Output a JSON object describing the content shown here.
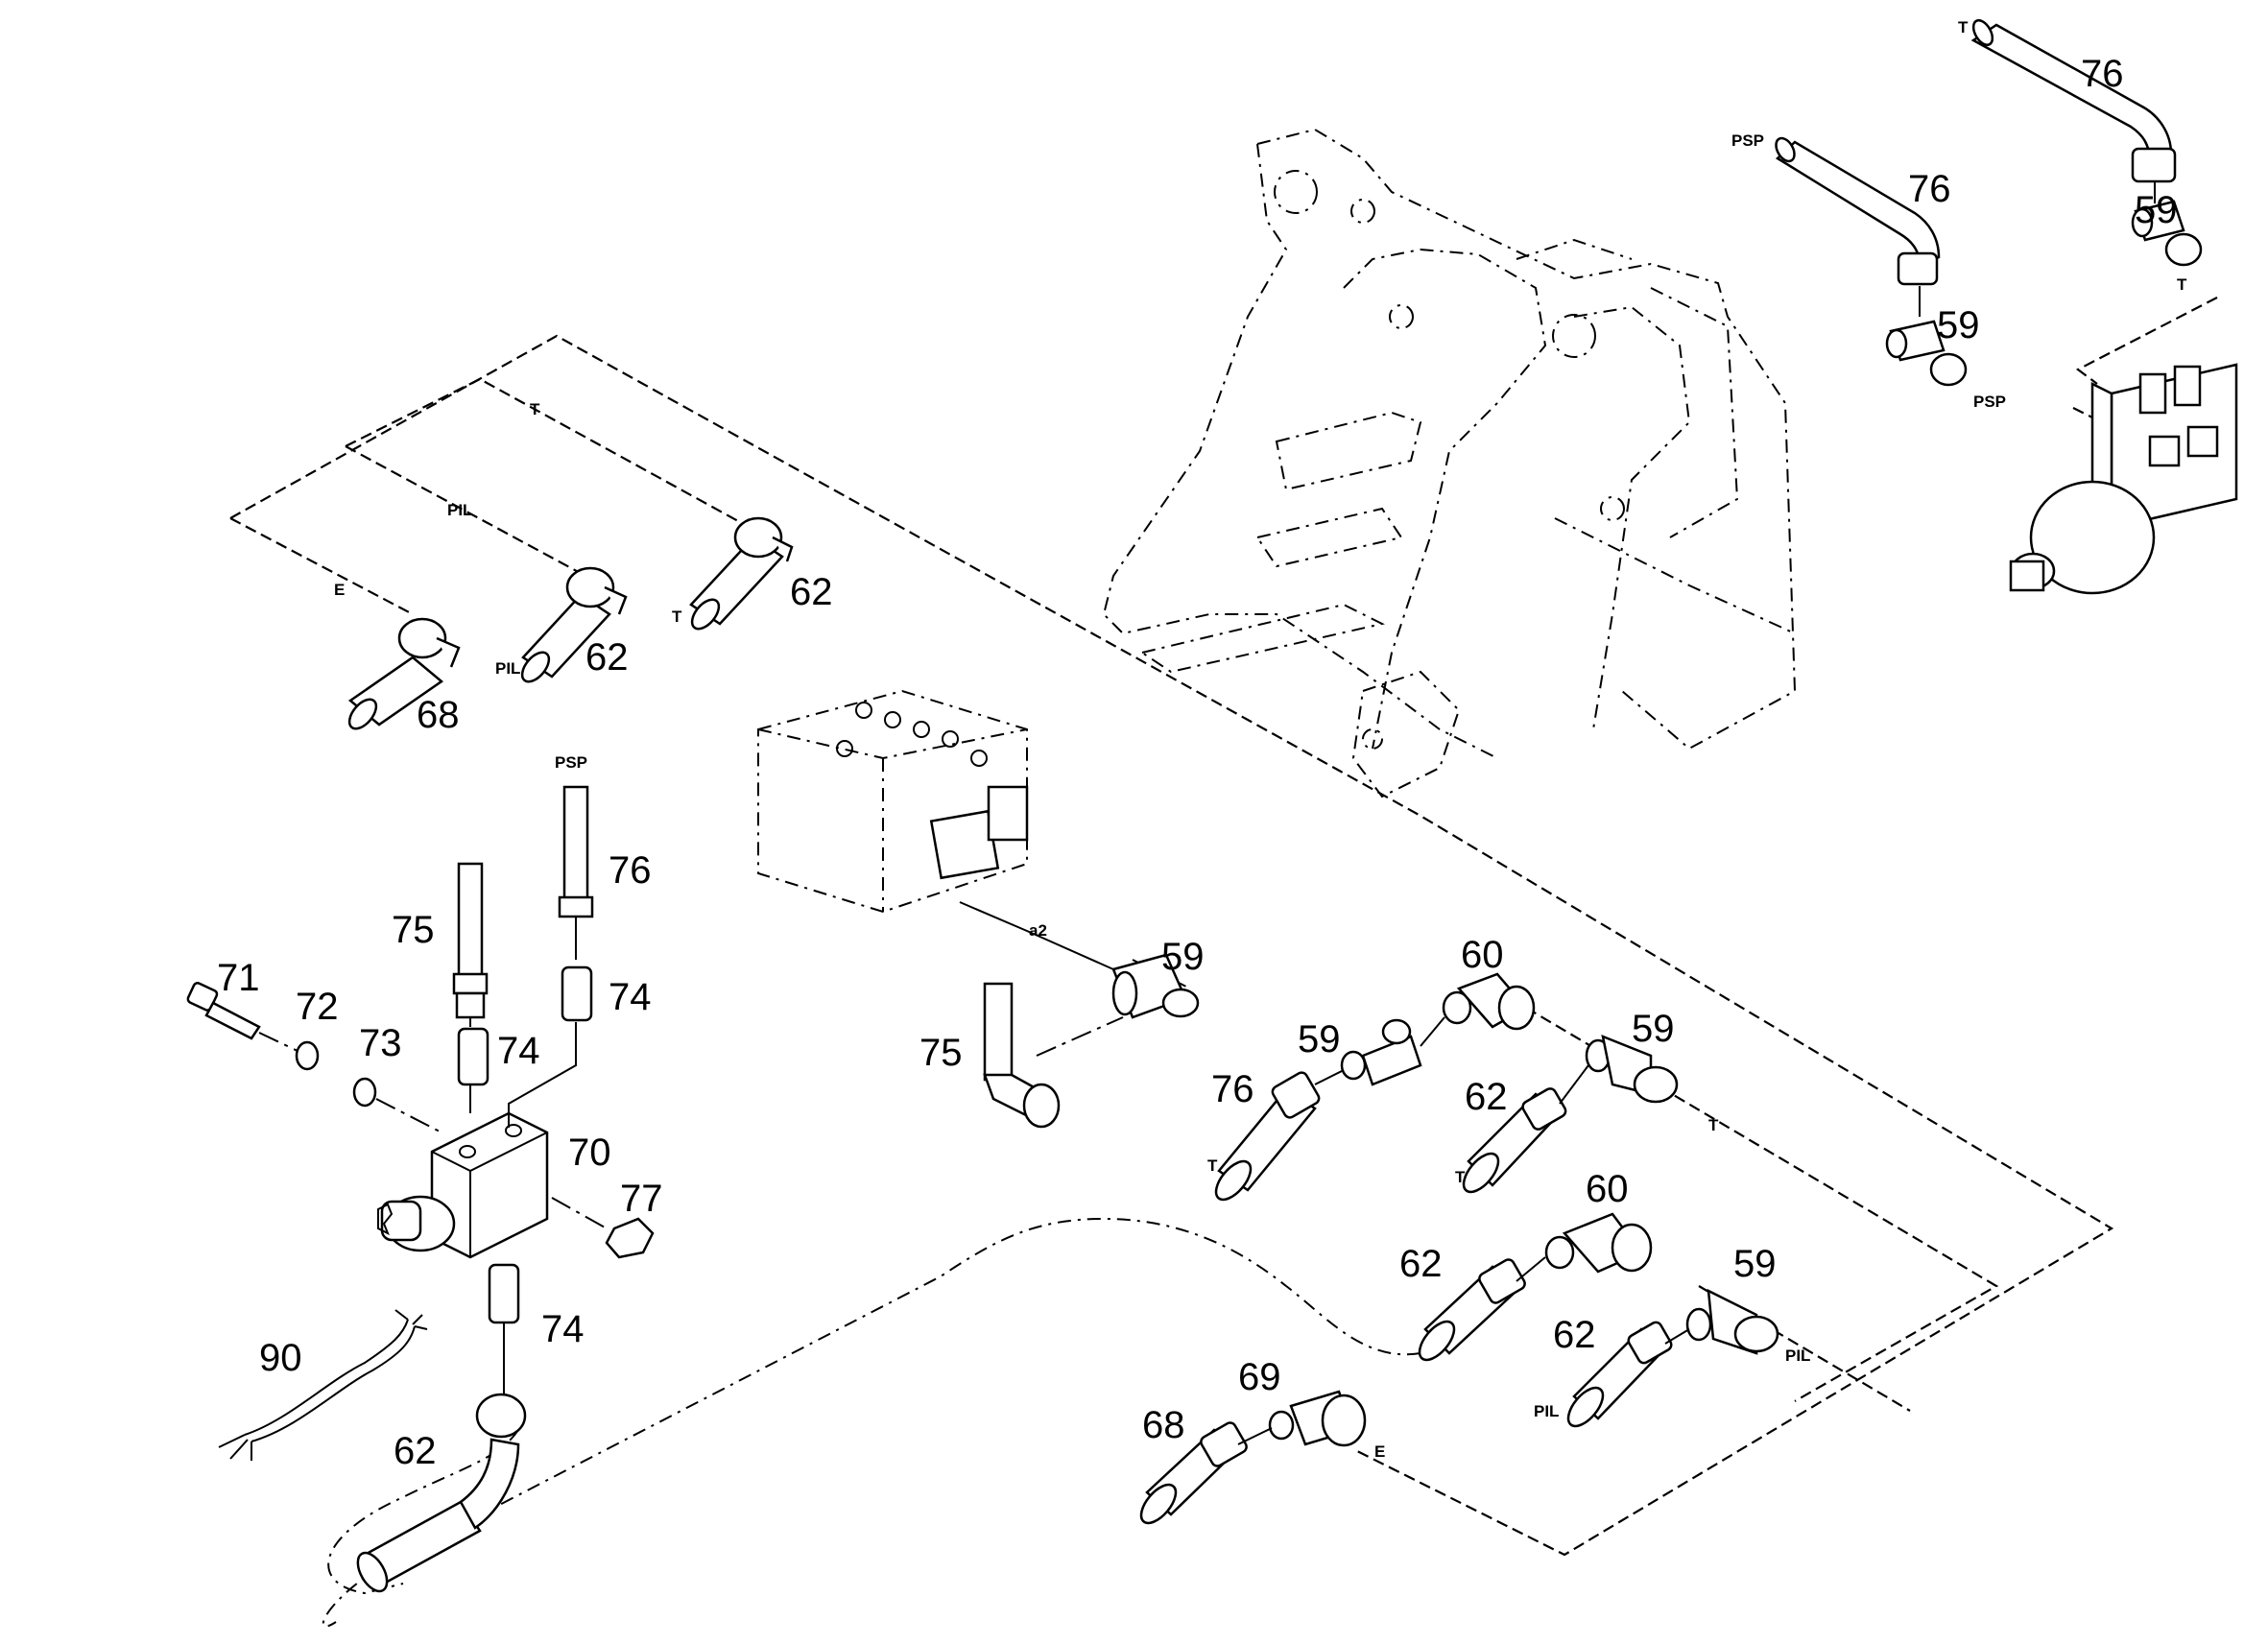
{
  "callouts": [
    {
      "id": "c76_top",
      "label": "76"
    },
    {
      "id": "c59_top",
      "label": "59"
    },
    {
      "id": "c76_psp",
      "label": "76"
    },
    {
      "id": "c59_psp",
      "label": "59"
    },
    {
      "id": "c62_t",
      "label": "62"
    },
    {
      "id": "c62_pil",
      "label": "62"
    },
    {
      "id": "c68_e",
      "label": "68"
    },
    {
      "id": "c76_mid",
      "label": "76"
    },
    {
      "id": "c75_left",
      "label": "75"
    },
    {
      "id": "c74_a",
      "label": "74"
    },
    {
      "id": "c74_b",
      "label": "74"
    },
    {
      "id": "c71",
      "label": "71"
    },
    {
      "id": "c72",
      "label": "72"
    },
    {
      "id": "c73",
      "label": "73"
    },
    {
      "id": "c70",
      "label": "70"
    },
    {
      "id": "c77",
      "label": "77"
    },
    {
      "id": "c74_c",
      "label": "74"
    },
    {
      "id": "c90",
      "label": "90"
    },
    {
      "id": "c62_bottom",
      "label": "62"
    },
    {
      "id": "c59_a2",
      "label": "59"
    },
    {
      "id": "c75_a2",
      "label": "75"
    },
    {
      "id": "c60_a",
      "label": "60"
    },
    {
      "id": "c59_b",
      "label": "59"
    },
    {
      "id": "c59_c",
      "label": "59"
    },
    {
      "id": "c76_b",
      "label": "76"
    },
    {
      "id": "c62_c",
      "label": "62"
    },
    {
      "id": "c60_b",
      "label": "60"
    },
    {
      "id": "c62_d",
      "label": "62"
    },
    {
      "id": "c59_d",
      "label": "59"
    },
    {
      "id": "c62_e",
      "label": "62"
    },
    {
      "id": "c69",
      "label": "69"
    },
    {
      "id": "c68_b",
      "label": "68"
    }
  ],
  "port_tags": [
    {
      "id": "t_T_top",
      "label": "T"
    },
    {
      "id": "t_T_right",
      "label": "T"
    },
    {
      "id": "t_PSP_top",
      "label": "PSP"
    },
    {
      "id": "t_PSP_right",
      "label": "PSP"
    },
    {
      "id": "t_T_frame",
      "label": "T"
    },
    {
      "id": "t_PIL_frame",
      "label": "PIL"
    },
    {
      "id": "t_E_frame",
      "label": "E"
    },
    {
      "id": "t_T_hose",
      "label": "T"
    },
    {
      "id": "t_PIL_hose",
      "label": "PIL"
    },
    {
      "id": "t_PSP_mid",
      "label": "PSP"
    },
    {
      "id": "t_a2",
      "label": "a2"
    },
    {
      "id": "t_T_b",
      "label": "T"
    },
    {
      "id": "t_T_c",
      "label": "T"
    },
    {
      "id": "t_T_d",
      "label": "T"
    },
    {
      "id": "t_PIL_b",
      "label": "PIL"
    },
    {
      "id": "t_PIL_c",
      "label": "PIL"
    },
    {
      "id": "t_E_b",
      "label": "E"
    }
  ]
}
